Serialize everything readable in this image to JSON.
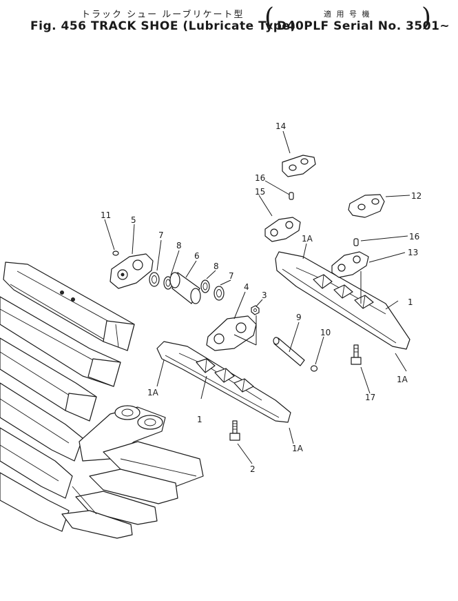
{
  "header": {
    "title_jp": "トラック シュー ルーブリケート型",
    "fig_label": "Fig. 456",
    "title_en": "TRACK SHOE (Lubricate Type)",
    "applicability_jp": "適 用 号 機",
    "model_serial": "D40PLF Serial No. 3501~"
  },
  "callouts": [
    "1",
    "1A",
    "2",
    "3",
    "4",
    "5",
    "6",
    "7",
    "8",
    "9",
    "10",
    "11",
    "12",
    "13",
    "14",
    "15",
    "16",
    "17"
  ]
}
